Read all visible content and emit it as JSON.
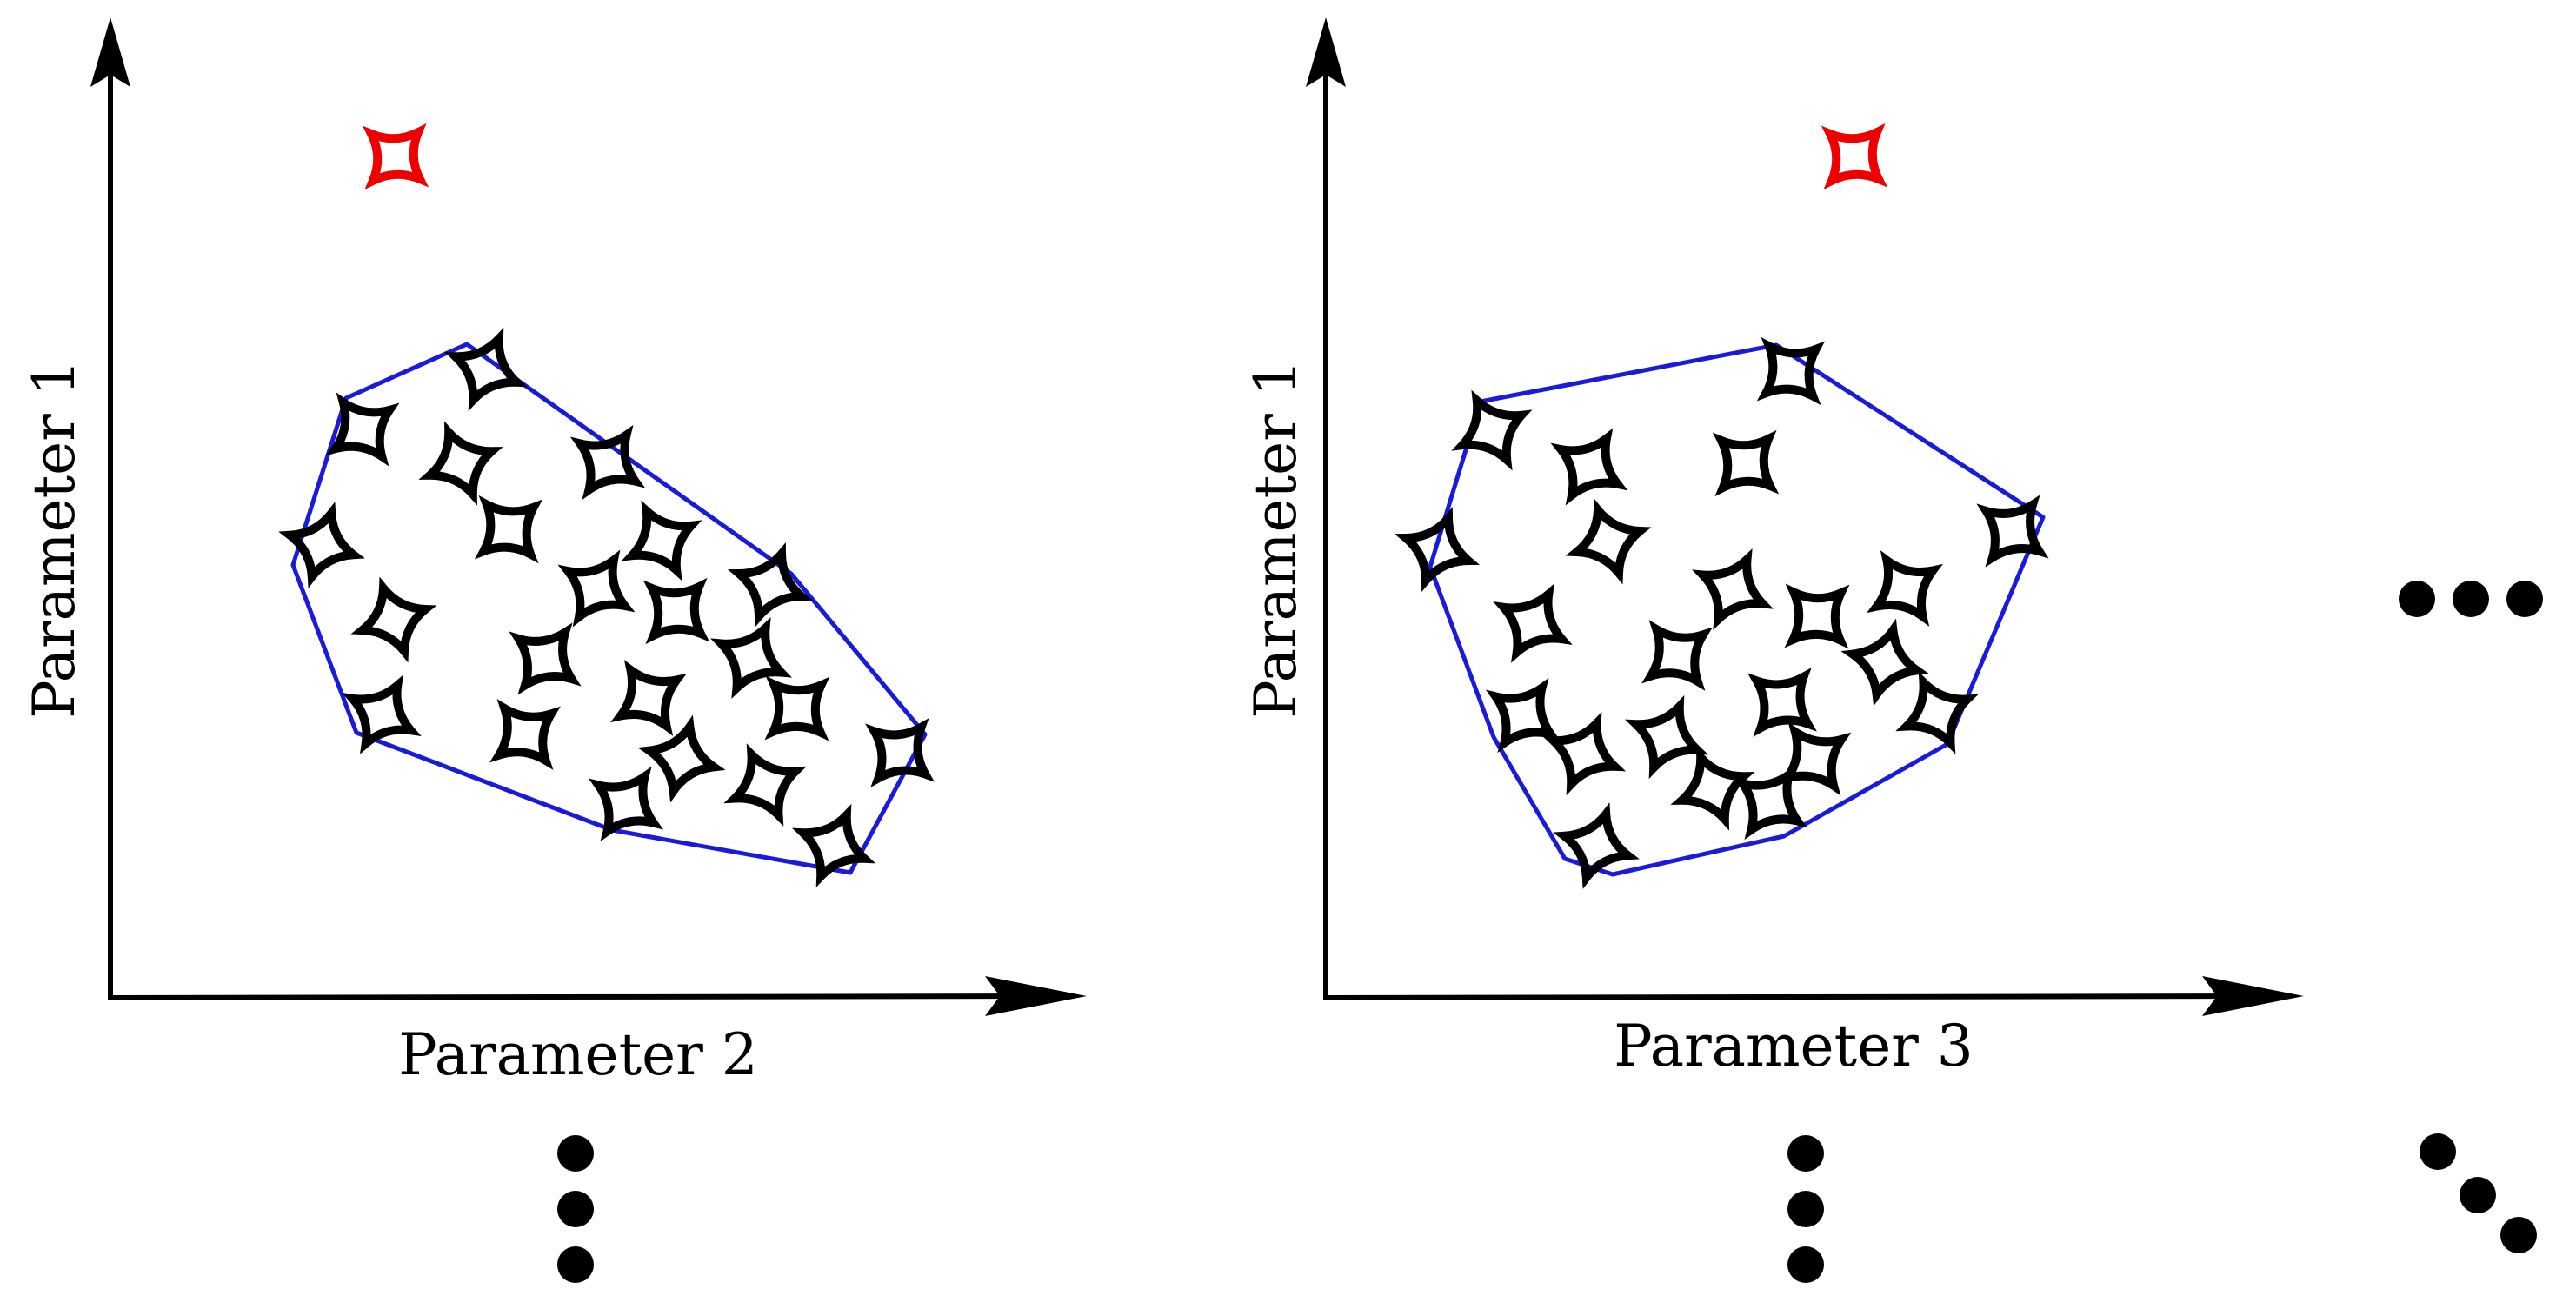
{
  "colors": {
    "normal_shape": "#000000",
    "outlier_shape": "#ee0000",
    "hull": "#1a1adc",
    "axis": "#000000"
  },
  "icons": {
    "data_point": "concave-star-square-icon",
    "ellipsis": "dot-icon"
  },
  "panels": [
    {
      "id": "left",
      "y_label": "Parameter 1",
      "x_label": "Parameter 2"
    },
    {
      "id": "right",
      "y_label": "Parameter 1",
      "x_label": "Parameter 3"
    }
  ]
}
